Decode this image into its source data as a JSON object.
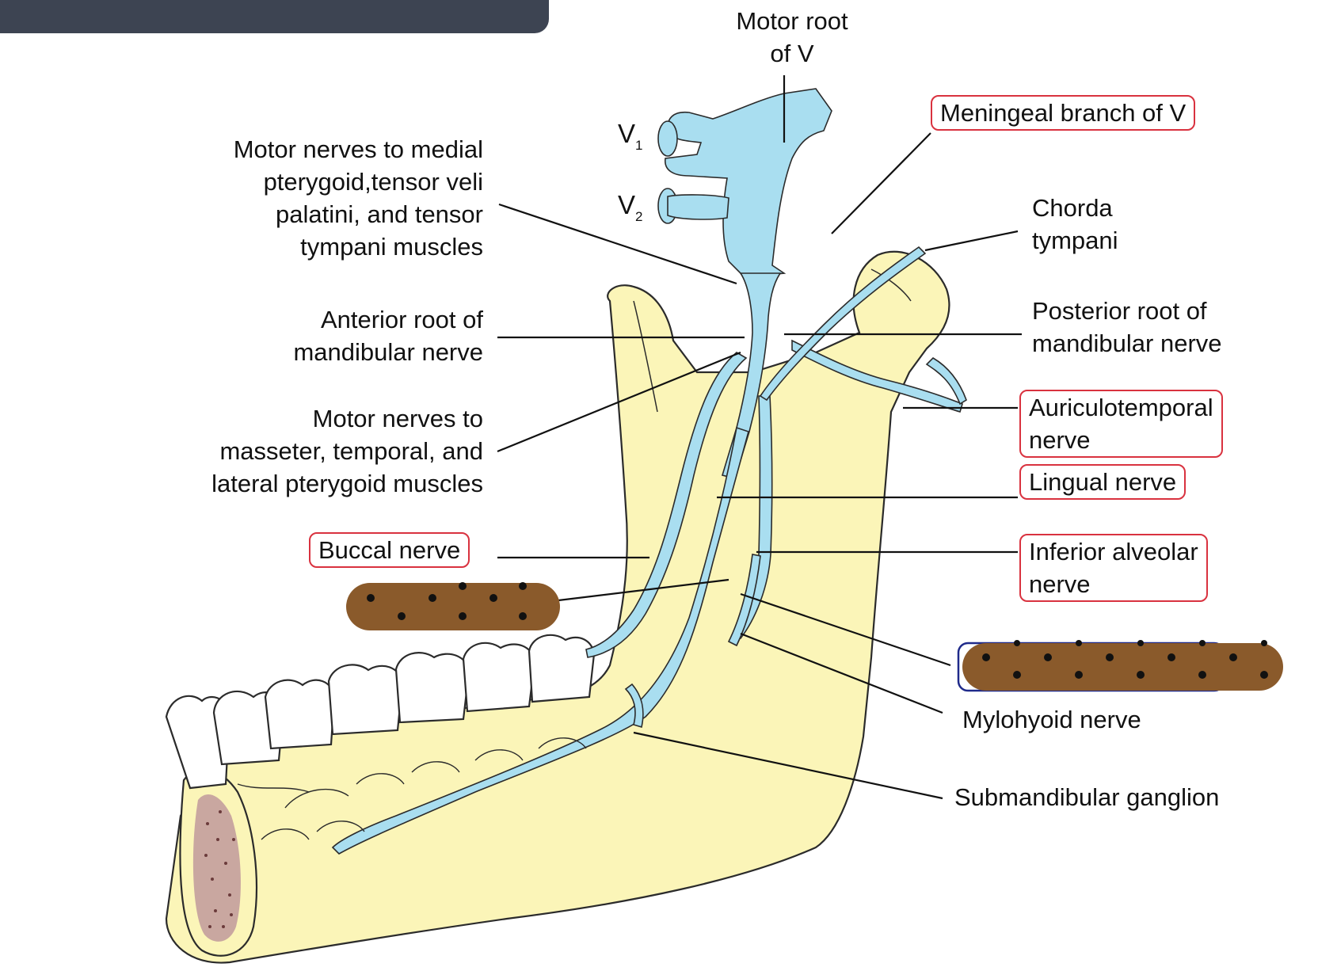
{
  "labels": {
    "motor_root": [
      "Motor root",
      "of V"
    ],
    "v1": {
      "main": "V",
      "sub": "1"
    },
    "v2": {
      "main": "V",
      "sub": "2"
    },
    "meningeal": "Meningeal branch of V",
    "motor_medial": [
      "Motor nerves to medial",
      "pterygoid,tensor veli",
      "palatini, and tensor",
      "tympani muscles"
    ],
    "chorda": [
      "Chorda",
      "tympani"
    ],
    "anterior_root": [
      "Anterior root of",
      "mandibular nerve"
    ],
    "posterior_root": [
      "Posterior root of",
      "mandibular nerve"
    ],
    "motor_masseter": [
      "Motor nerves to",
      "masseter, temporal, and",
      "lateral pterygoid muscles"
    ],
    "auriculotemporal": [
      "Auriculotemporal",
      "nerve"
    ],
    "lingual": "Lingual nerve",
    "buccal": "Buccal nerve",
    "inferior_alveolar": [
      "Inferior alveolar",
      "nerve"
    ],
    "mylohyoid": "Mylohyoid nerve",
    "submandibular": "Submandibular ganglion"
  },
  "colors": {
    "bone": "#fbf5b8",
    "nerve": "#a9def0",
    "outline": "#2b2b2b",
    "highlight_border": "#d9323f",
    "answer_pill": "#8a5a2b",
    "answer_pill_border": "#1f2a8a",
    "top_bar": "#3d4452"
  },
  "answer_pills": [
    {
      "data_name": "redacted-label-left",
      "highlighted": false
    },
    {
      "data_name": "redacted-label-right",
      "highlighted": true
    }
  ]
}
